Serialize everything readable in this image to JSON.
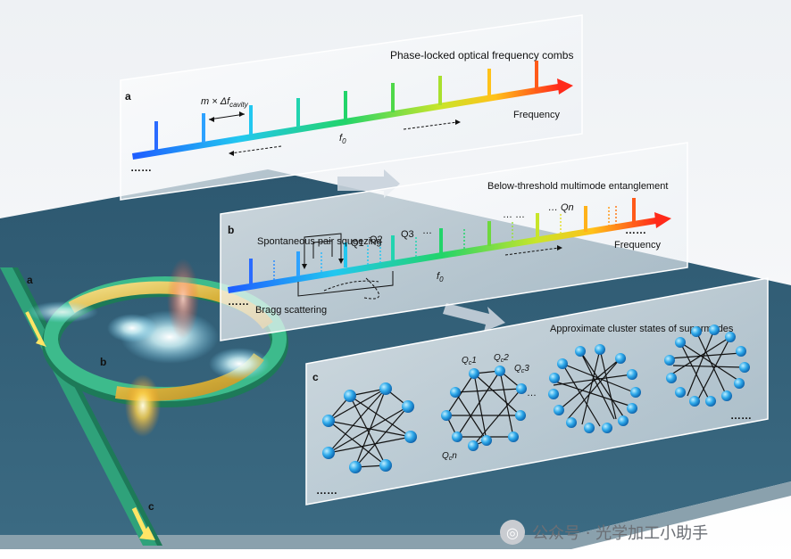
{
  "panel_a": {
    "letter": "a",
    "title": "Phase-locked optical frequency combs",
    "spacing_prefix": "m × Δf",
    "spacing_sub": "cavity",
    "center": "f",
    "center_sub": "0",
    "axis": "Frequency",
    "ellipsis": "……"
  },
  "panel_b": {
    "letter": "b",
    "title": "Below-threshold multimode entanglement",
    "spdc_label": "Spontaneous pair squeezing",
    "bragg_label": "Bragg scattering",
    "q1": "Q1",
    "q2": "Q2",
    "q3": "Q3",
    "qn": "Qn",
    "dots": "…",
    "dots2": "…  …",
    "center": "f",
    "center_sub": "0",
    "axis": "Frequency",
    "ellipsis": "……"
  },
  "panel_c": {
    "letter": "c",
    "title": "Approximate cluster states of supermodes",
    "qc1": "Q",
    "qc1_sub": "c",
    "qc1_num": "1",
    "qc2_num": "2",
    "qc3_num": "3",
    "qcn_num": "n",
    "dots": "…",
    "ellipsis": "……",
    "ellipsis2": "……"
  },
  "chip": {
    "label_a": "a",
    "label_b": "b",
    "label_c": "c"
  },
  "watermark": {
    "text": "公众号 · 光学加工小助手",
    "logo": "◎"
  }
}
